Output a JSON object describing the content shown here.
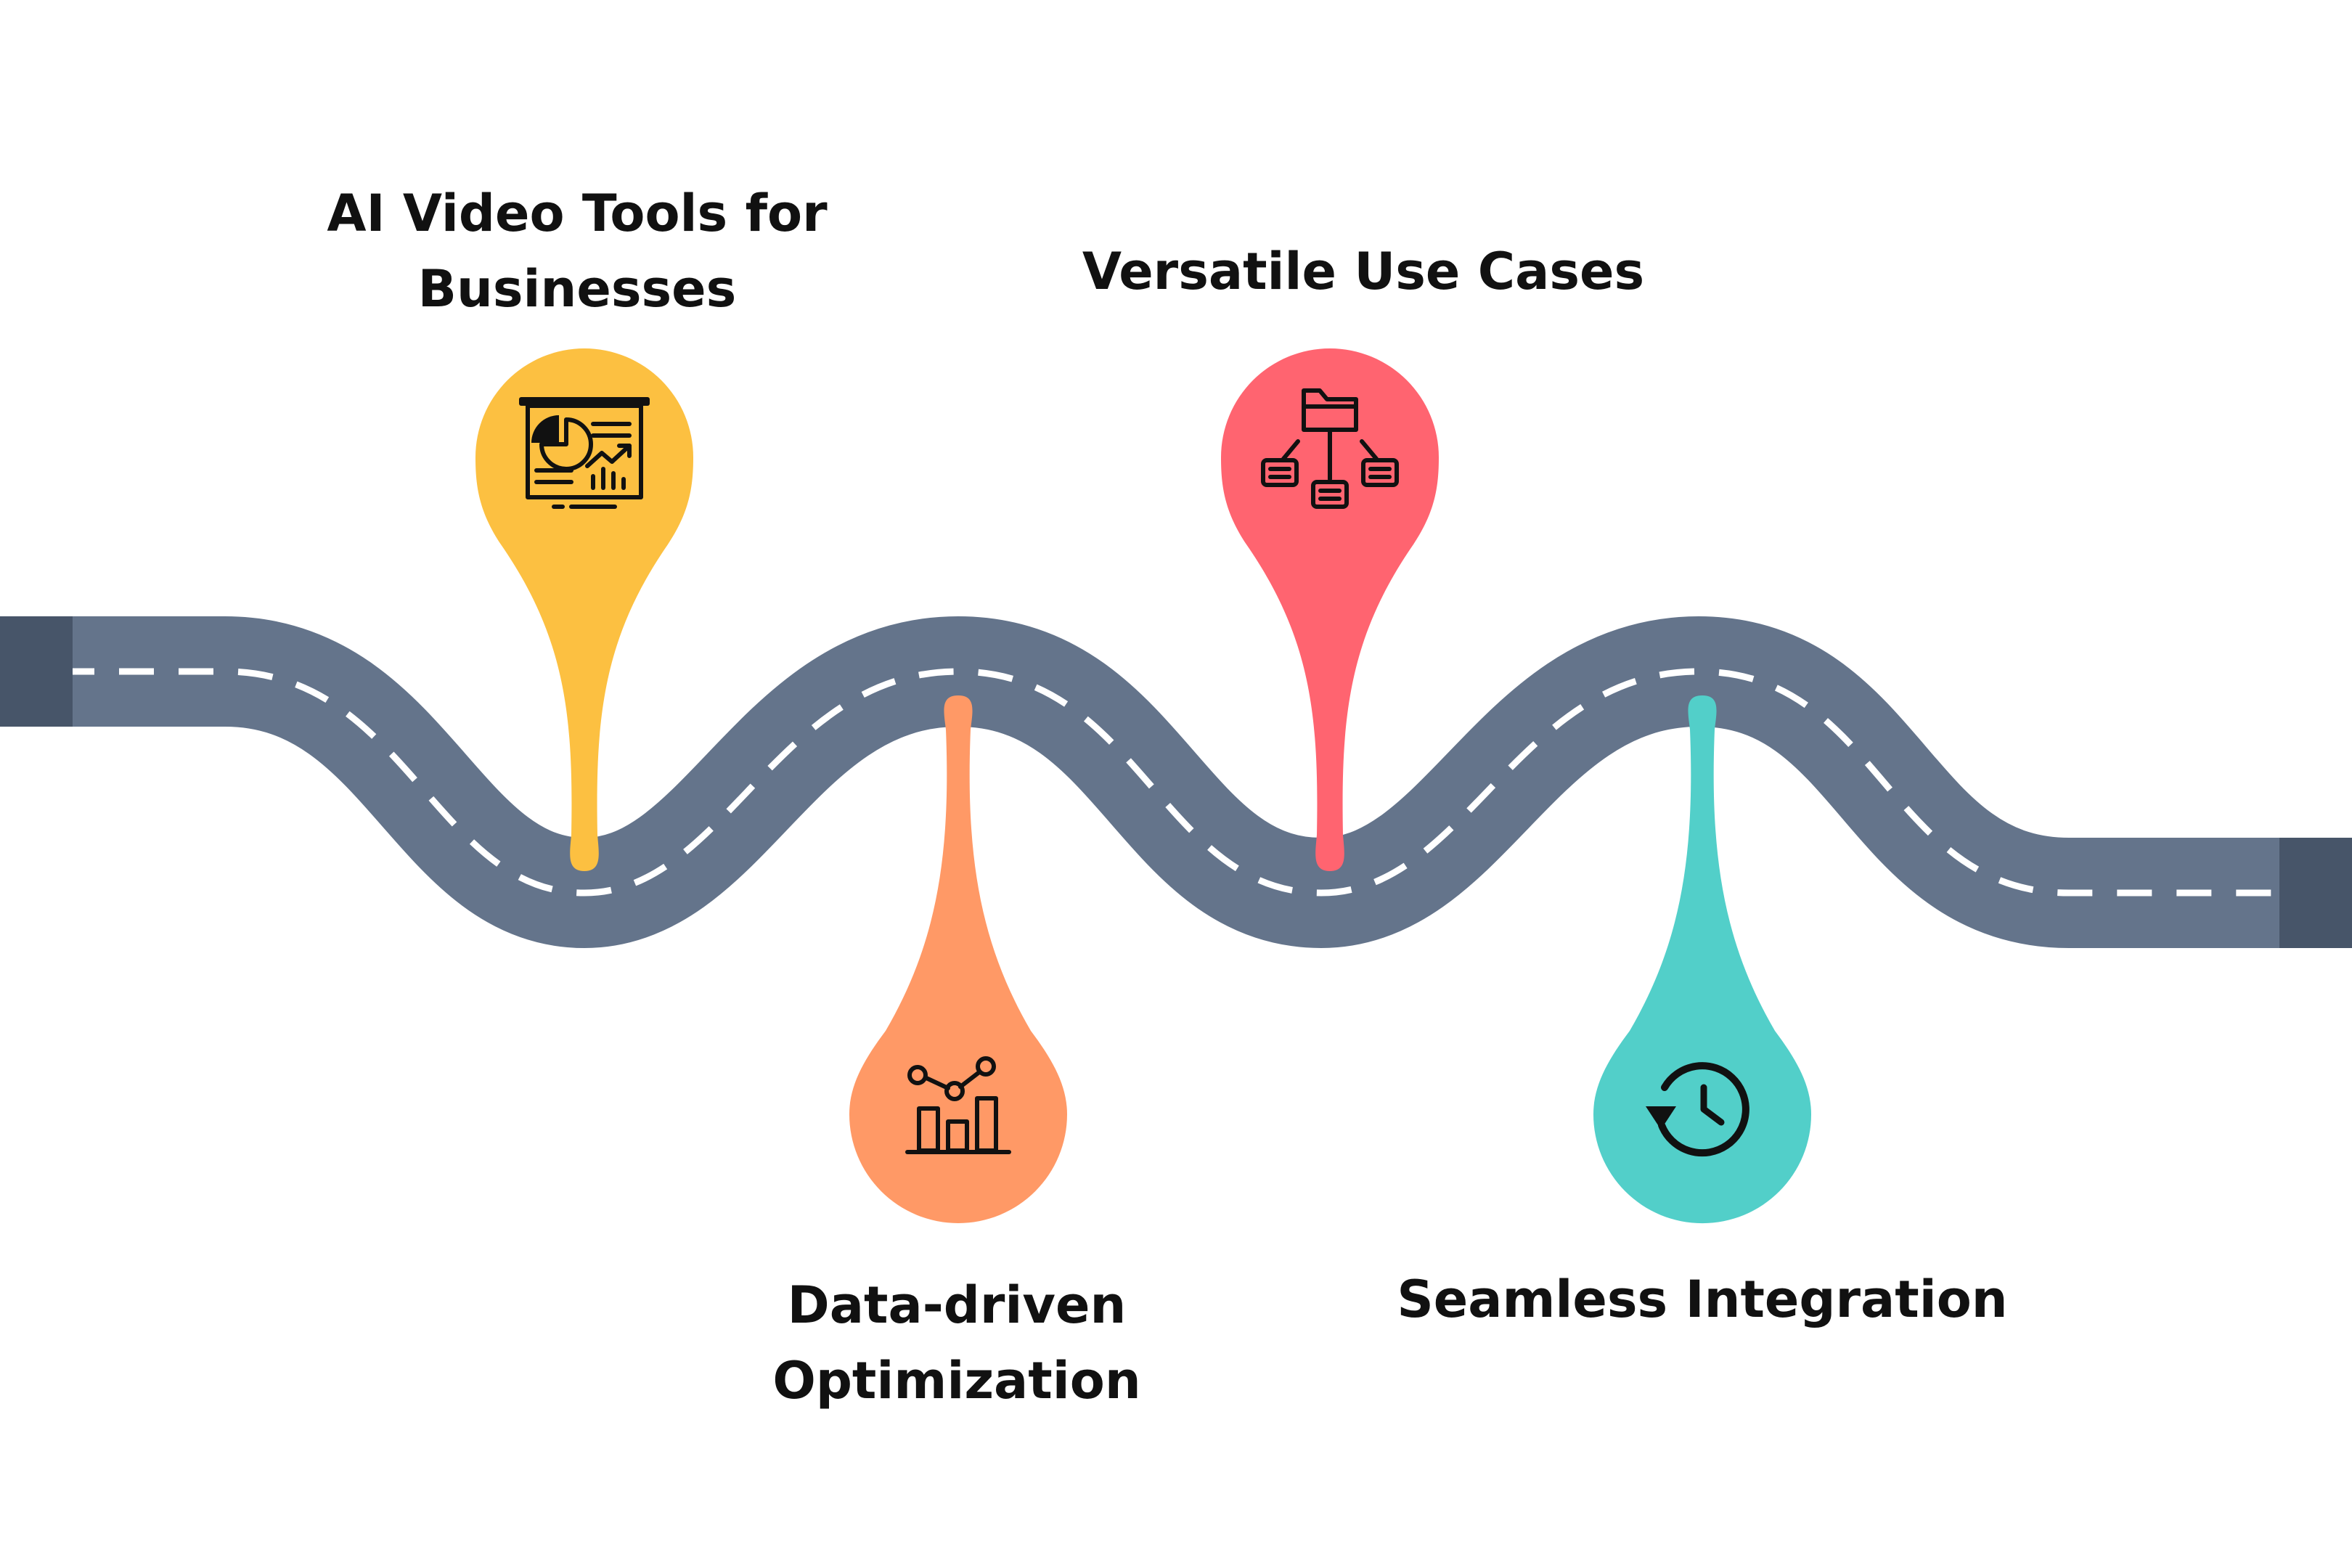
{
  "colors": {
    "road": "#64748b",
    "road_end": "#475569",
    "lane_marking": "#ffffff",
    "label_text": "#111111"
  },
  "steps": [
    {
      "label_lines": [
        "AI Video Tools for",
        "Businesses"
      ],
      "color": "#fcc041",
      "icon": "presentation-chart-icon"
    },
    {
      "label_lines": [
        "Data-driven",
        "Optimization"
      ],
      "color": "#ff9966",
      "icon": "bar-line-chart-icon"
    },
    {
      "label_lines": [
        "Versatile Use Cases"
      ],
      "color": "#ff6470",
      "icon": "folder-hierarchy-icon"
    },
    {
      "label_lines": [
        "Seamless Integration"
      ],
      "color": "#52cfc9",
      "icon": "clock-history-icon"
    }
  ]
}
